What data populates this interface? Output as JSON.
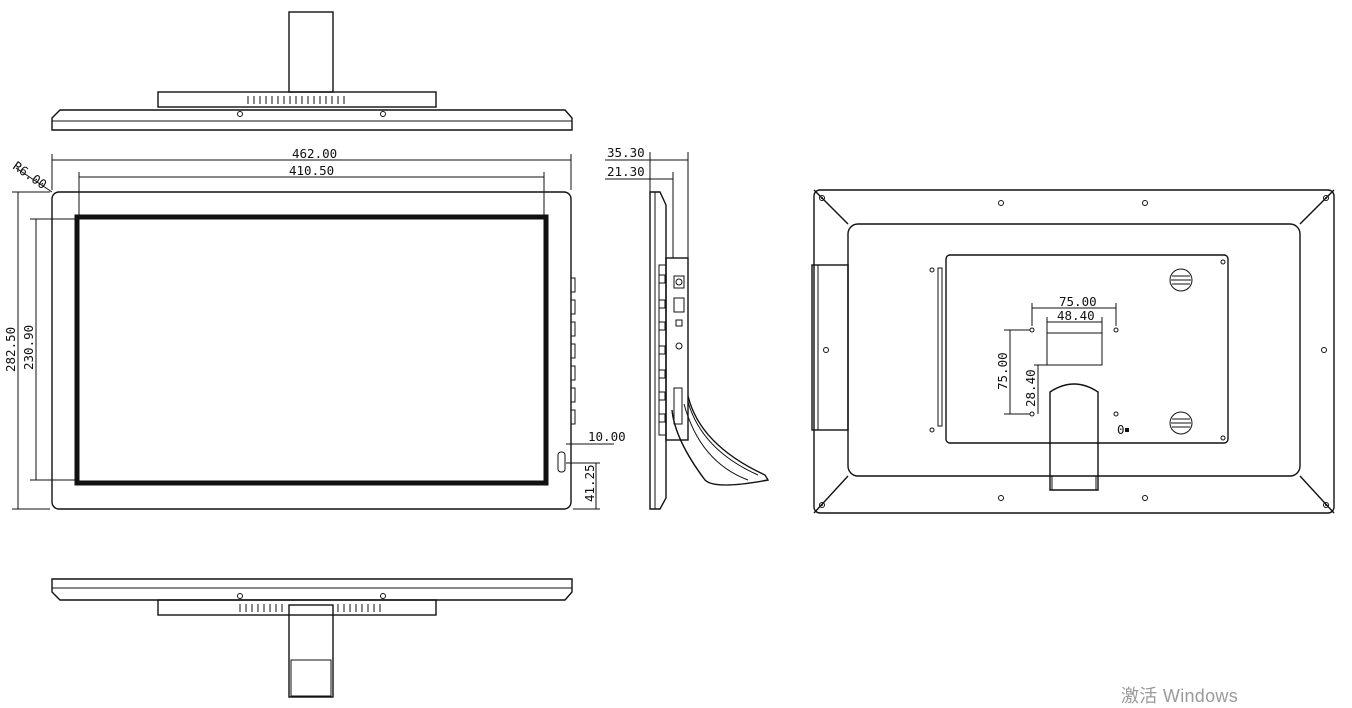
{
  "dimensions": {
    "corner_radius": "R6.00",
    "overall_width": "462.00",
    "screen_width": "410.50",
    "overall_height": "282.50",
    "screen_height": "230.90",
    "depth_total": "35.30",
    "depth_body": "21.30",
    "button_offset": "10.00",
    "button_height": "41.25",
    "vesa_outer_h": "75.00",
    "vesa_inner_h": "48.40",
    "vesa_outer_v": "75.00",
    "vesa_inner_v": "28.40"
  },
  "watermark": "激活 Windows"
}
